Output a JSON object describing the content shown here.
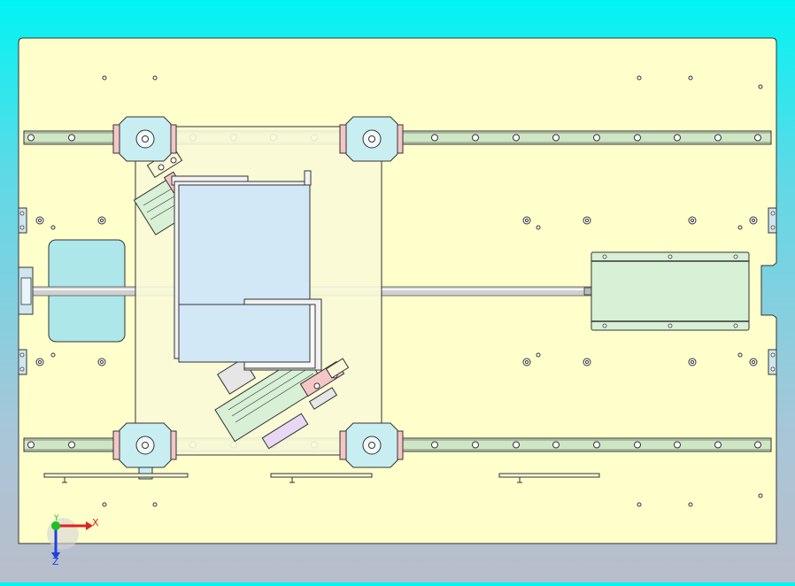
{
  "viewport": {
    "background_top": "#00f4f4",
    "background_bottom": "#b9bdca"
  },
  "colors": {
    "plate": "#ffffcc",
    "outline": "#333333",
    "rail": "#cfe6c4",
    "block": "#c8eef2",
    "bracket_pink": "#f4c6c6",
    "cutout": "#aee7ea",
    "carriage": "#f9f9d8",
    "motor": "#d2e8f6",
    "linear_module": "#d8f0d6",
    "gear": "#e8d8f6",
    "rod": "#cccccc"
  },
  "triad": {
    "x_label": "X",
    "y_label": "Y",
    "z_label": "Z",
    "x_color": "#e02020",
    "y_color": "#20c020",
    "z_color": "#2040e0"
  }
}
